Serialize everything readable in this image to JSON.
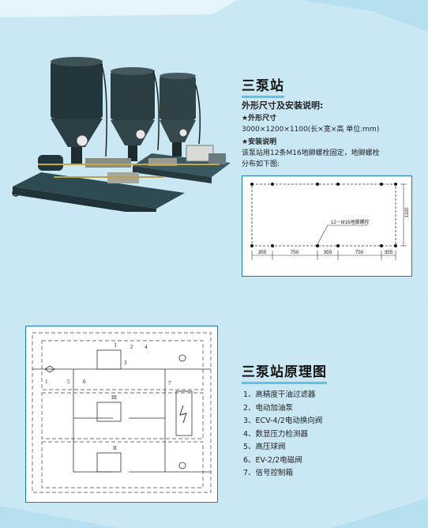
{
  "section1": {
    "title": "三泵站",
    "heading": "外形尺寸及安装说明:",
    "size_title": "★外形尺寸",
    "size_text": "3000×1200×1100(长×宽×高 单位:mm)",
    "install_title": "★安装说明",
    "install_text_1": "该泵站用12条M16地脚螺栓固定，地脚螺栓",
    "install_text_2": "分布如下图:"
  },
  "diagram": {
    "bolt_label": "12－M16地脚螺栓",
    "height_label": "1100",
    "dimensions": [
      "355",
      "750",
      "355",
      "750",
      "355"
    ]
  },
  "section2": {
    "title": "三泵站原理图",
    "legend": [
      "1、高精度干油过滤器",
      "2、电动加油泵",
      "3、ECV-4/2电动换向阀",
      "4、数显压力检测器",
      "5、高压球阀",
      "6、EV-2/2电磁阀",
      "7、信号控制箱"
    ]
  },
  "schematic": {
    "numbers": [
      "1",
      "2",
      "3",
      "4",
      "5",
      "6",
      "7"
    ],
    "roman": [
      "I",
      "III",
      "II"
    ]
  },
  "colors": {
    "page": "#c9e8f4",
    "accent": "#5fc3e6",
    "frame": "#1a7fb5"
  }
}
